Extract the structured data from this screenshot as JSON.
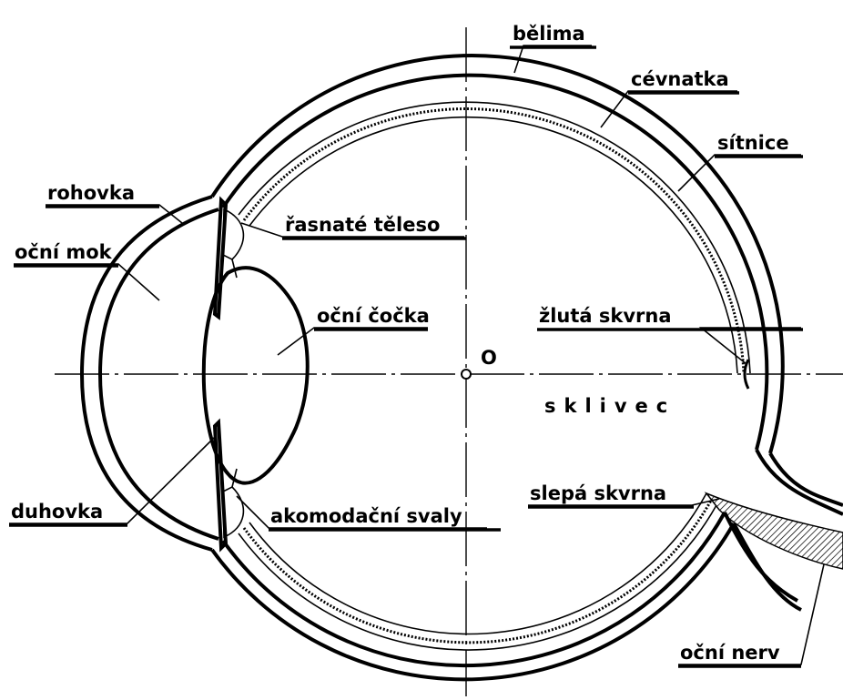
{
  "labels": {
    "belima": "bělima",
    "cevnatka": "cévnatka",
    "sitnice": "sítnice",
    "rohovka": "rohovka",
    "ocni_mok": "oční mok",
    "rasnate_teleso": "řasnaté těleso",
    "ocni_cocka": "oční čočka",
    "center": "O",
    "zluta_skvrna": "žlutá skvrna",
    "sklivec": "sklivec",
    "slepa_skvrna": "slepá skvrna",
    "duhovka": "duhovka",
    "akomodacni_svaly": "akomodační svaly",
    "ocni_nerv": "oční nerv"
  }
}
